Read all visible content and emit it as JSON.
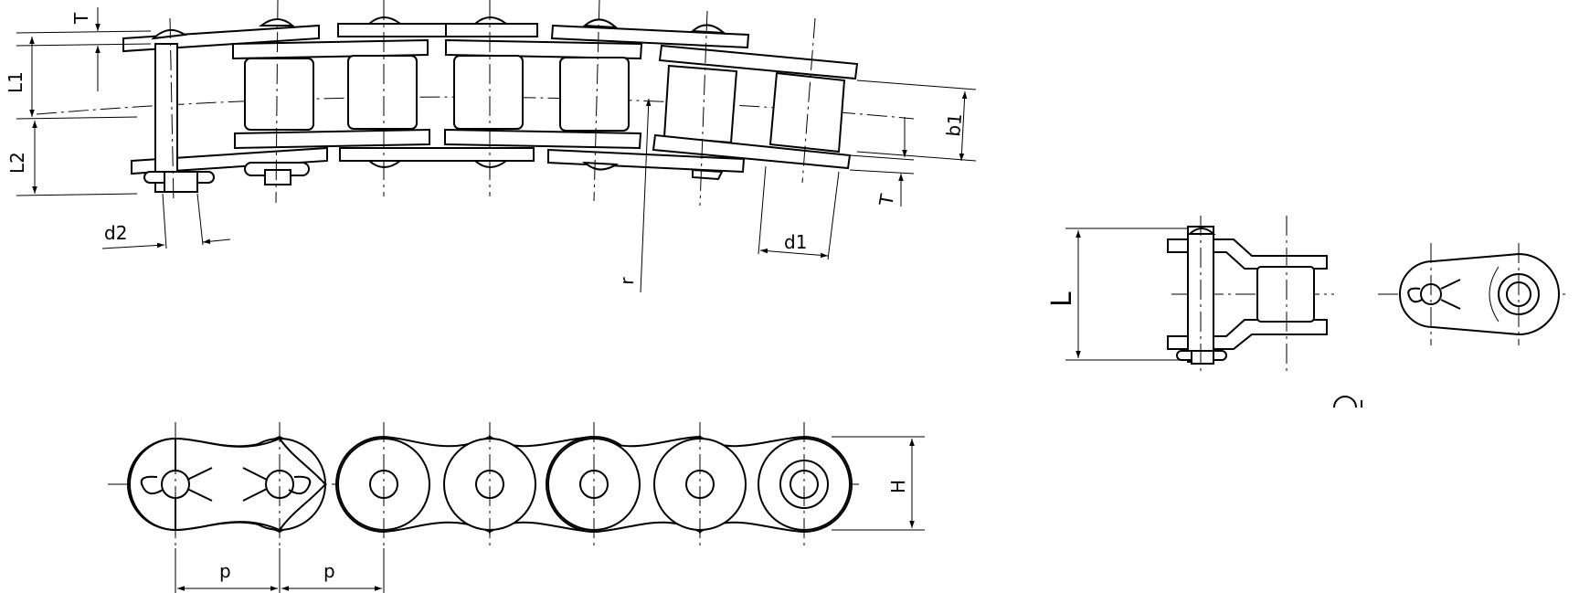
{
  "labels": {
    "T_top": "T",
    "T_bottom": "T",
    "L1": "L1",
    "L2": "L2",
    "b1": "b1",
    "d1": "d1",
    "d2": "d2",
    "r": "r",
    "L": "L",
    "H": "H",
    "p_left": "p",
    "p_right": "p"
  },
  "colors": {
    "line": "#000000",
    "background": "#ffffff"
  }
}
